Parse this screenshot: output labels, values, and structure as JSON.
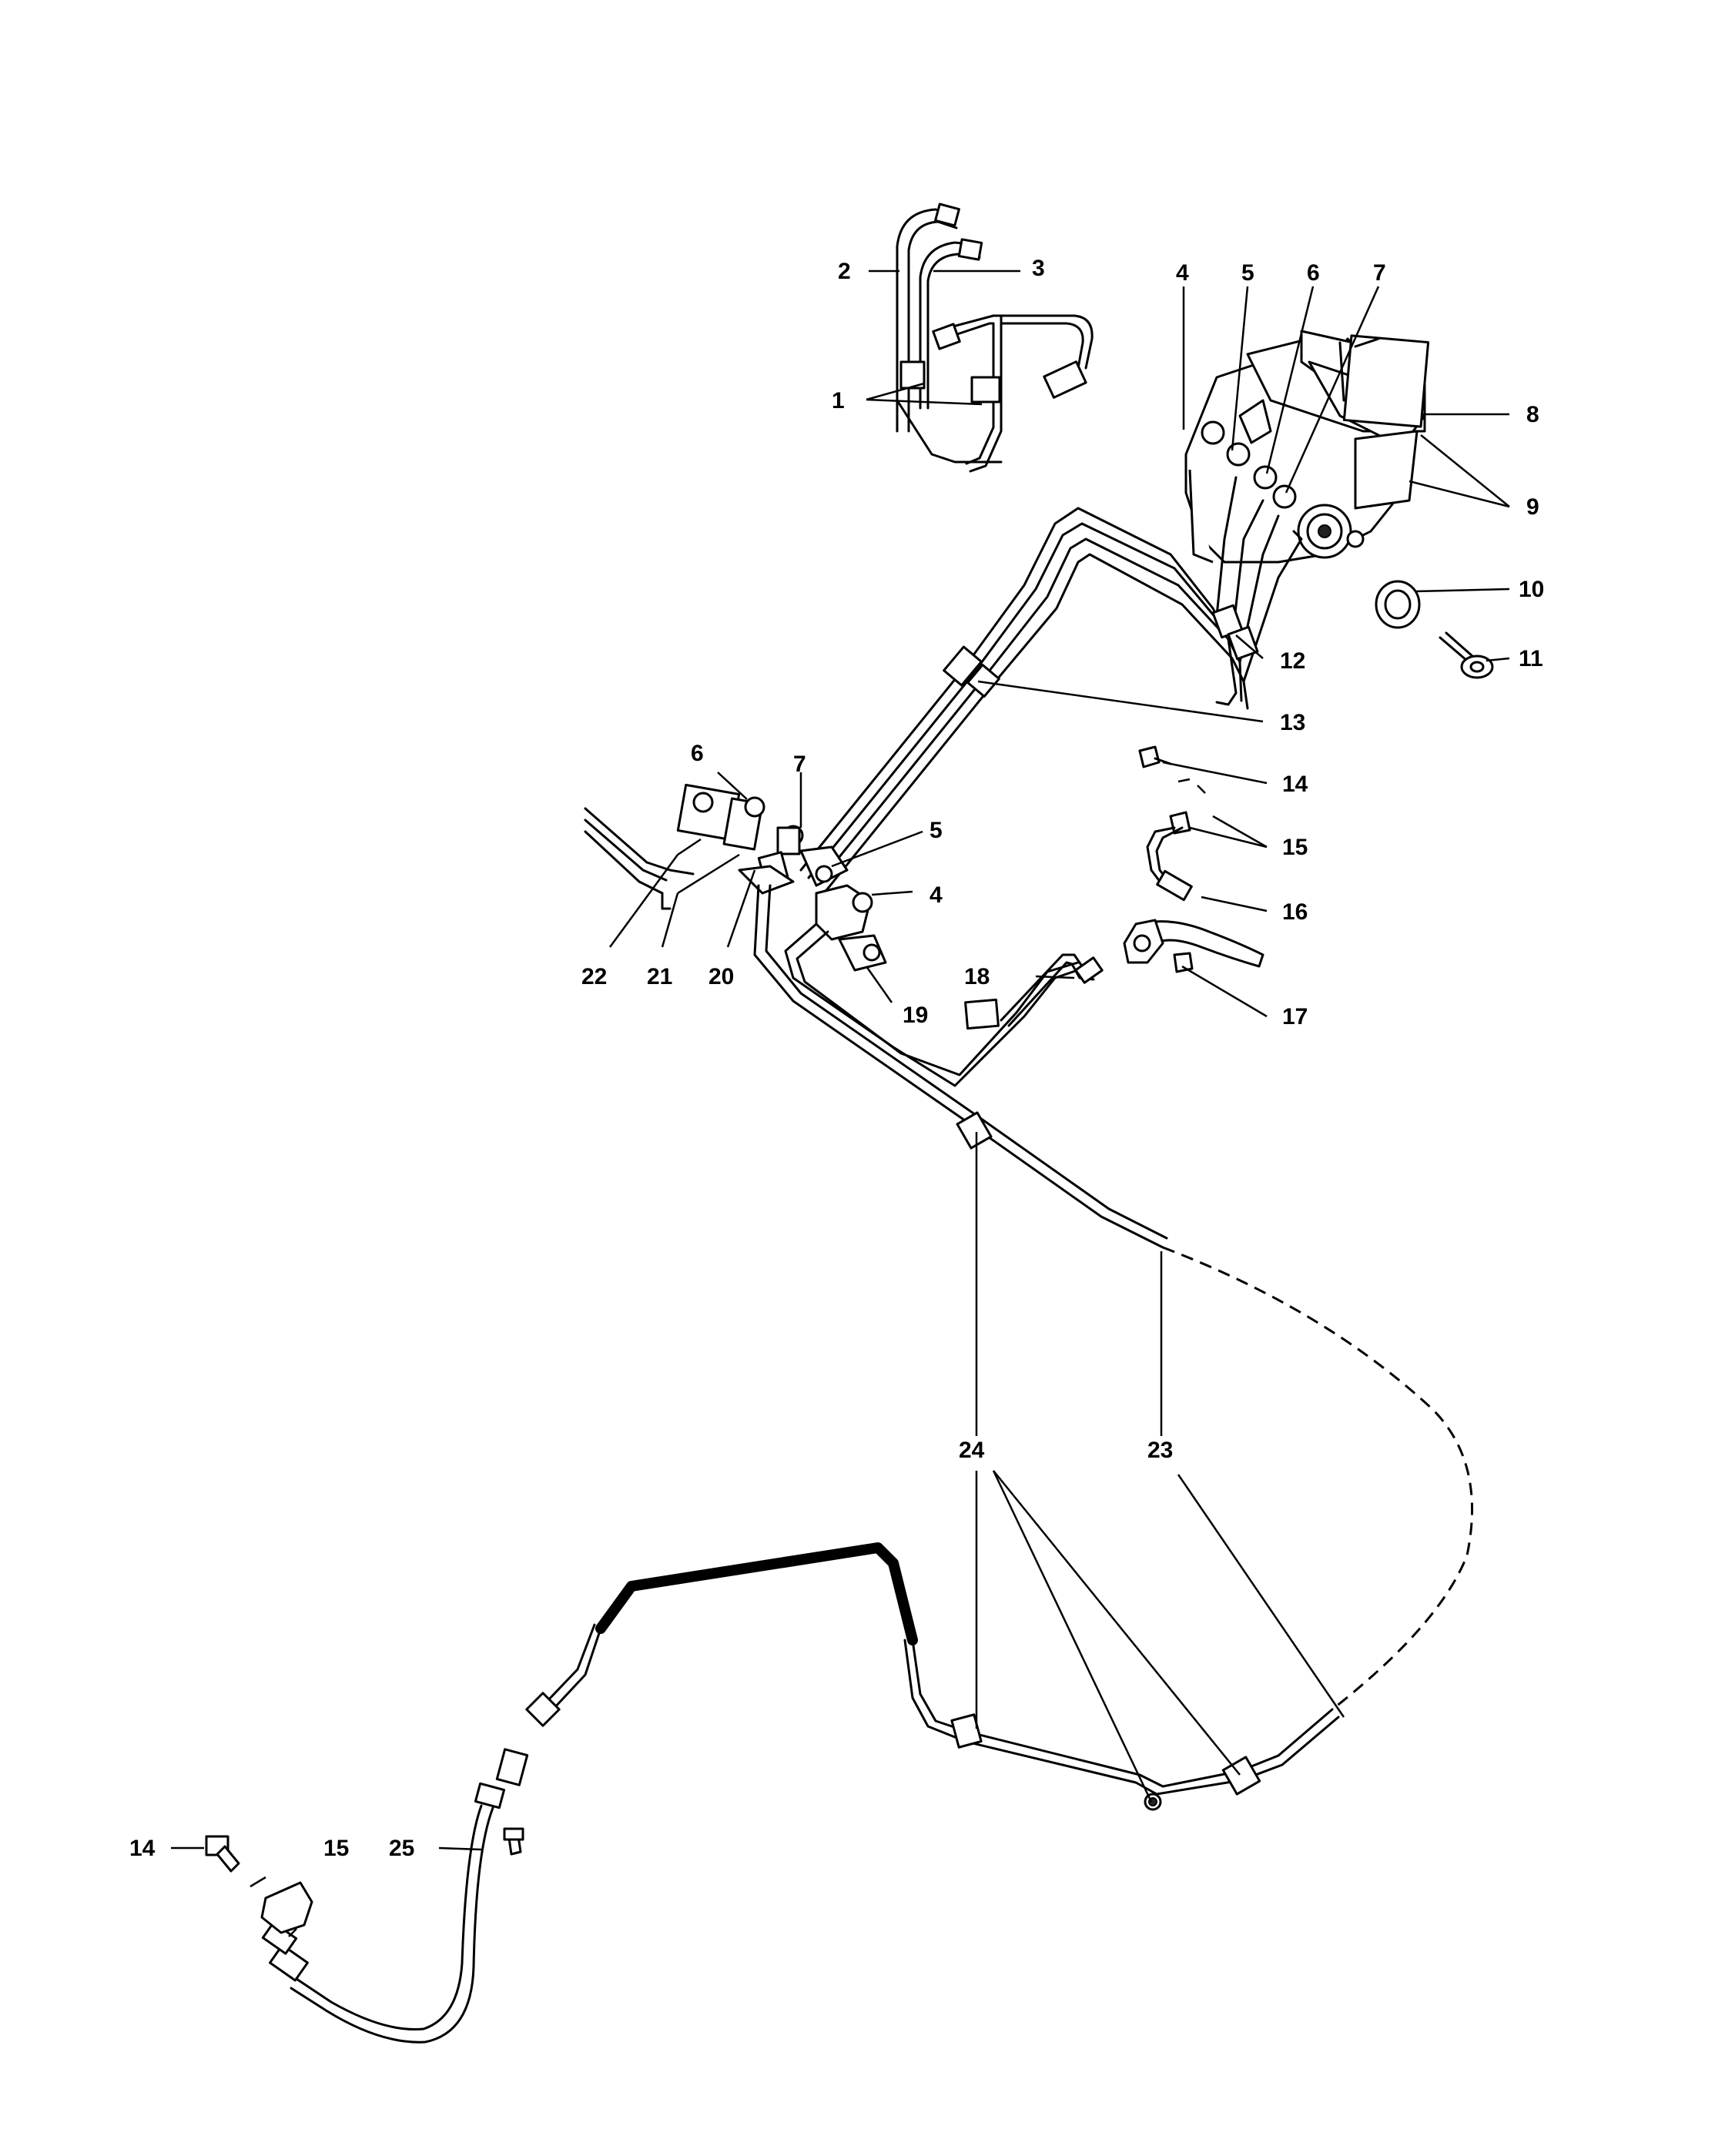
{
  "callouts": {
    "c1": "1",
    "c2": "2",
    "c3": "3",
    "c4a": "4",
    "c5a": "5",
    "c6a": "6",
    "c7a": "7",
    "c8": "8",
    "c9": "9",
    "c10": "10",
    "c11": "11",
    "c12": "12",
    "c13": "13",
    "c14a": "14",
    "c15a": "15",
    "c16": "16",
    "c17": "17",
    "c18": "18",
    "c19": "19",
    "c20": "20",
    "c21": "21",
    "c22": "22",
    "c6b": "6",
    "c7b": "7",
    "c5b": "5",
    "c4b": "4",
    "c23": "23",
    "c24": "24",
    "c25": "25",
    "c14b": "14",
    "c15b": "15"
  }
}
